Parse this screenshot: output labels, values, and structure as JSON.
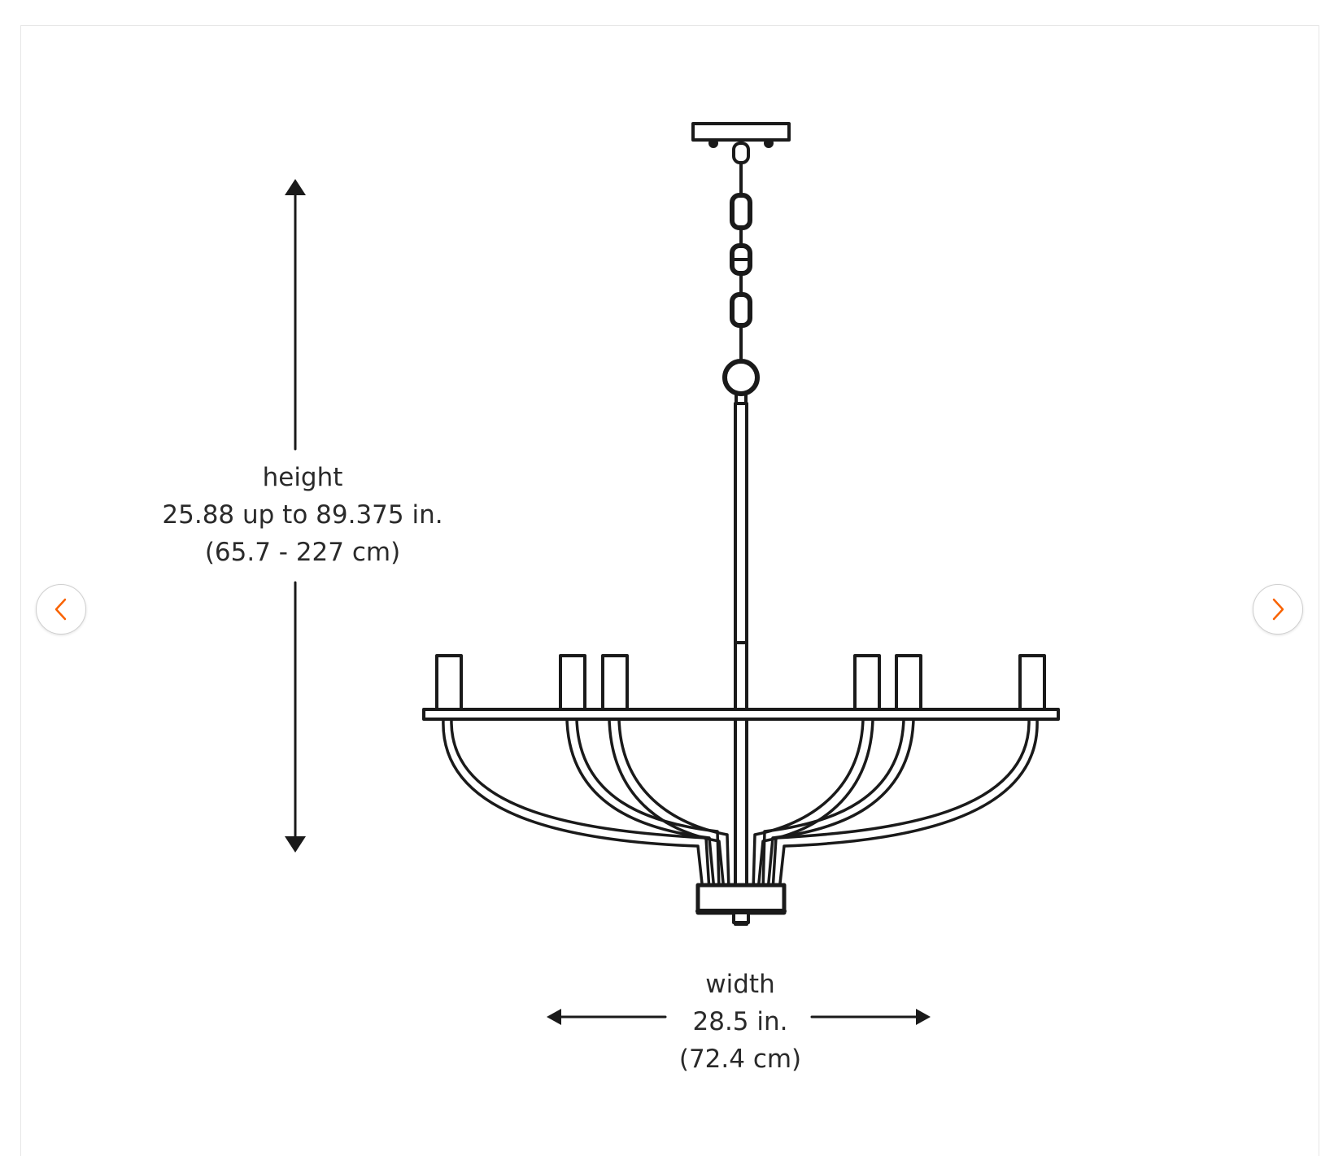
{
  "height_dimension": {
    "label": "height",
    "value_in": "25.88 up to 89.375 in.",
    "value_cm": "(65.7 - 227 cm)"
  },
  "width_dimension": {
    "label": "width",
    "value_in": "28.5 in.",
    "value_cm": "(72.4 cm)"
  },
  "carousel": {
    "prev_icon": "chevron-left-icon",
    "next_icon": "chevron-right-icon",
    "accent_color": "#f96302"
  },
  "line_color": "#1a1a1a"
}
